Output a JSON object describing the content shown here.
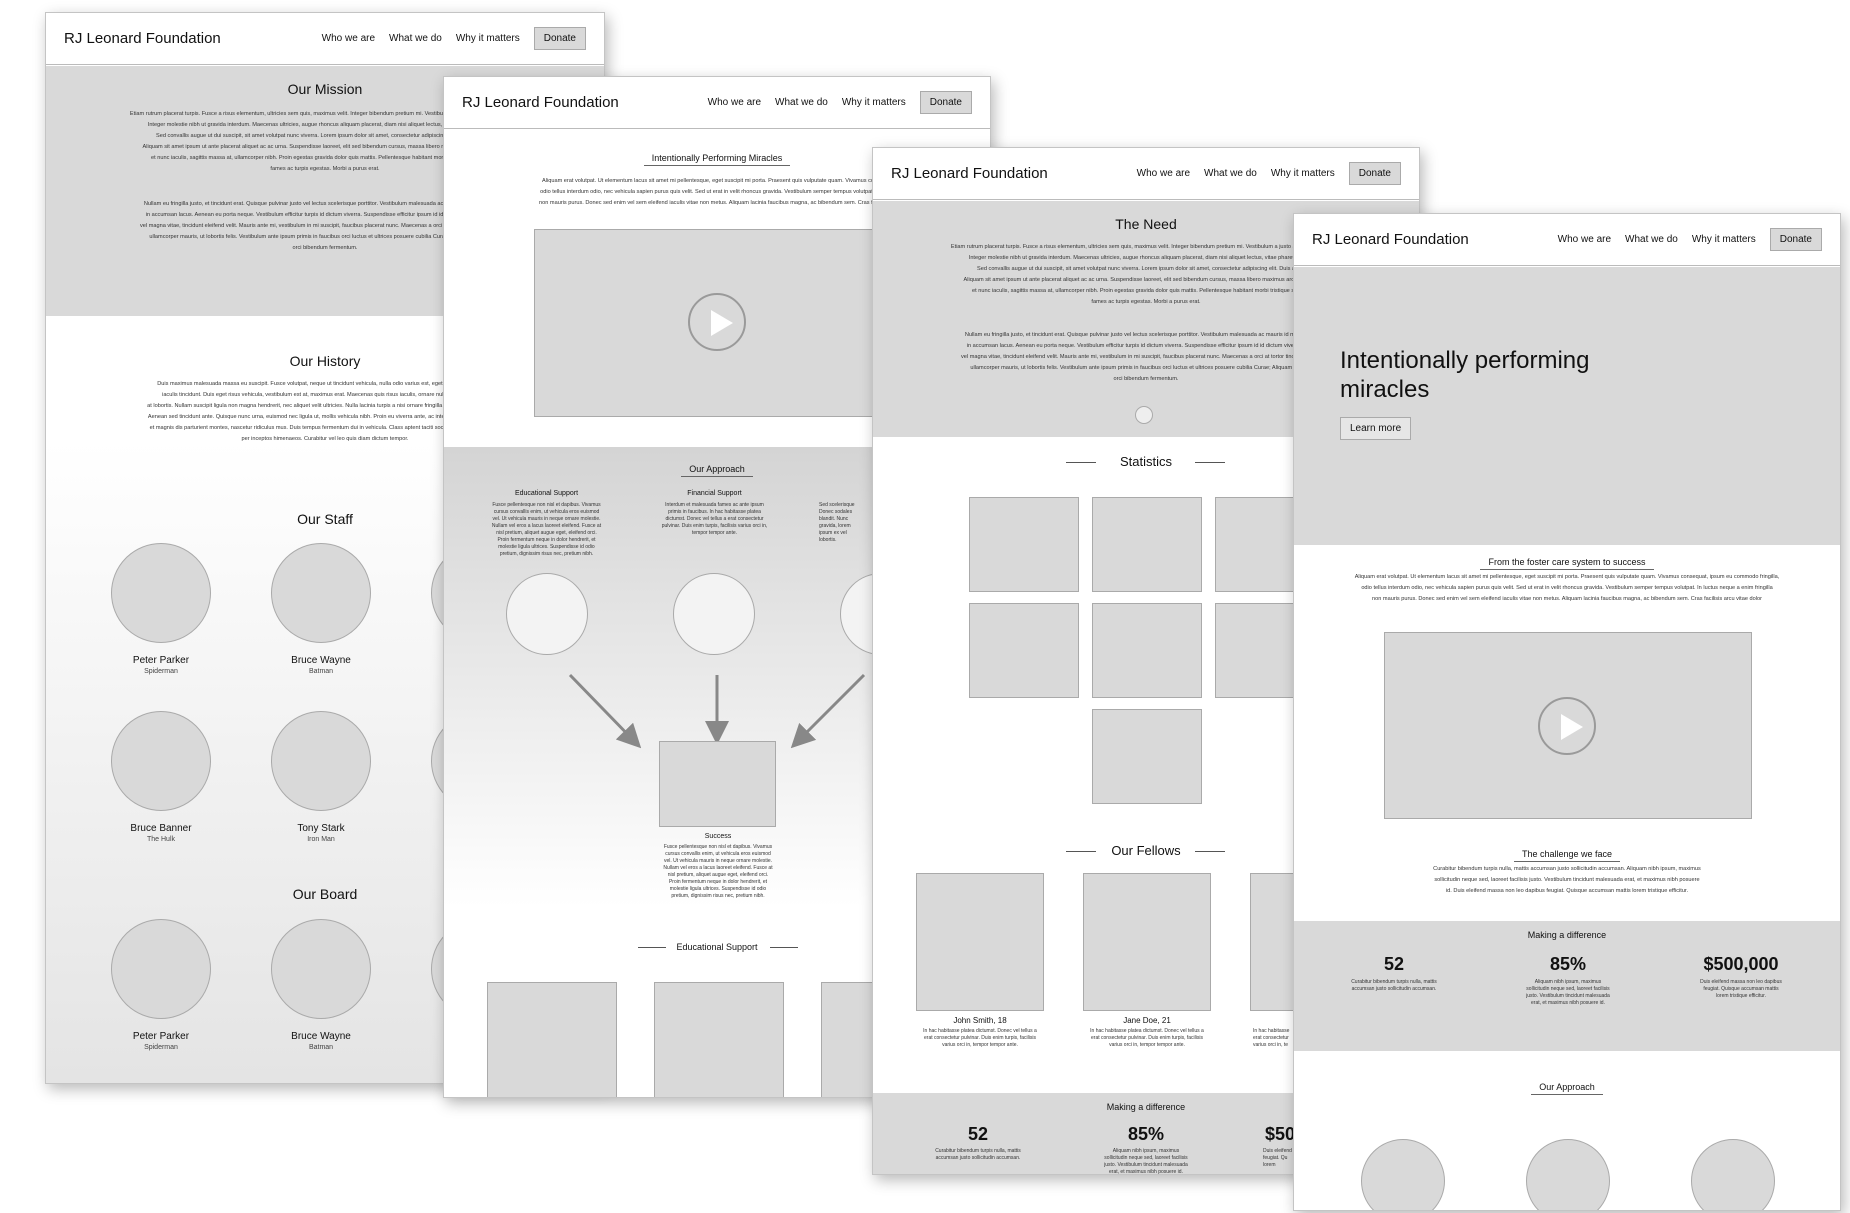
{
  "nav": {
    "brand": "RJ Leonard Foundation",
    "links": [
      "Who we are",
      "What we do",
      "Why it matters"
    ],
    "donate": "Donate"
  },
  "page1": {
    "mission_title": "Our Mission",
    "mission_text_1": "Etiam rutrum placerat turpis. Fusce a risus elementum, ultricies sem quis, maximus velit. Integer bibendum pretium mi. Vestibulum a justo ac sem consectetur\nInteger molestie nibh ut gravida interdum. Maecenas ultricies, augue rhoncus aliquam placerat, diam nisi aliquet lectus, vitae pharetra elit quam\nSed convallis augue ut dui suscipit, sit amet volutpat nunc viverra. Lorem ipsum dolor sit amet, consectetur adipiscing elit. Duis ac erat id\nAliquam sit amet ipsum ut ante placerat aliquet ac ac urna. Suspendisse laoreet, elit sed bibendum cursus, massa libero maximus arcu, sed ultrices\net nunc iaculis, sagittis massa at, ullamcorper nibh. Proin egestas gravida dolor quis mattis. Pellentesque habitant morbi tristique senectus et\nfames ac turpis egestas. Morbi a purus erat.",
    "mission_text_2": "Nullam eu fringilla justo, et tincidunt erat. Quisque pulvinar justo vel lectus scelerisque porttitor. Vestibulum malesuada ac mauris id molestie. Proin\nin accumsan lacus. Aenean eu porta neque. Vestibulum efficitur turpis id dictum viverra. Suspendisse efficitur ipsum id id dictum viverra erat vitae\nvel magna vitae, tincidunt eleifend velit. Mauris ante mi, vestibulum in mi suscipit, faucibus placerat nunc. Maecenas a orci at tortor tincidunt imperdiet\nullamcorper mauris, ut lobortis felis. Vestibulum ante ipsum primis in faucibus orci luctus et ultrices posuere cubilia Curae; Aliquam eget auctor\norci bibendum fermentum.",
    "history_title": "Our History",
    "history_text": "Duis maximus malesuada massa eu suscipit. Fusce volutpat, neque ut tincidunt vehicula, nulla odio varius est, eget sodales urna ipsum\niaculis tincidunt. Duis eget risus vehicula, vestibulum est at, maximus erat. Maecenas quis risus iaculis, ornare nulla non, varius erat\nat lobortis. Nullam suscipit ligula non magna hendrerit, nec aliquet velit ultricies. Nulla lacinia turpis a nisi ornare fringilla imperdiet. Cras aliquam\nAenean sed tincidunt ante. Quisque nunc urna, euismod nec ligula ut, mollis vehicula nibh. Proin eu viverra ante, ac interdum tortor. Cum sociis\net magnis dis parturient montes, nascetur ridiculus mus. Duis tempus fermentum dui in vehicula. Class aptent taciti sociosqu ad litora torquent\nper inceptos himenaeos. Curabitur vel leo quis diam dictum tempor.",
    "staff_title": "Our Staff",
    "staff": [
      {
        "name": "Peter Parker",
        "role": "Spiderman"
      },
      {
        "name": "Bruce Wayne",
        "role": "Batman"
      },
      {
        "name": "Bruce Banner",
        "role": "The Hulk"
      },
      {
        "name": "Tony Stark",
        "role": "Iron Man"
      }
    ],
    "board_title": "Our Board",
    "board": [
      {
        "name": "Peter Parker",
        "role": "Spiderman"
      },
      {
        "name": "Bruce Wayne",
        "role": "Batman"
      }
    ]
  },
  "page2": {
    "subtitle": "Intentionally Performing Miracles",
    "intro": "Aliquam erat volutpat. Ut elementum lacus sit amet mi pellentesque, eget suscipit mi porta. Praesent quis vulputate quam. Vivamus consequat, ipsum\nodio tellus interdum odio, nec vehicula sapien purus quis velit. Sed ut erat in velit rhoncus gravida. Vestibulum semper tempus volutpat. In luctus neque\nnon mauris purus. Donec sed enim vel sem eleifend iaculis vitae non metus. Aliquam lacinia faucibus magna, ac bibendum sem. Cras facilisis arcu vitae",
    "approach_title": "Our Approach",
    "col1_title": "Educational Support",
    "col1_text": "Fusce pellentesque non nisl et dapibus. Vivamus\ncursus convallis enim, ut vehicula eros euismod\nvel. Ut vehicula mauris in neque ornare molestie.\nNullam vel eros a lacus laoreet eleifend. Fusce at\nnisl pretium, aliquet augue eget, eleifend orci.\nProin fermentum neque in dolor hendrerit, et\nmolestie ligula ultrices. Suspendisse id odio\npretium, dignissim risus nec, pretium nibh.",
    "col2_title": "Financial Support",
    "col2_text": "Interdum et malesuada fames ac ante ipsum\nprimis in faucibus. In hac habitasse platea\ndictumst. Donec vel tellus a erat consectetur\npulvinar. Duis enim turpis, facilisis varius orci in,\ntempor tempor ante.",
    "col3_text": "Sed scelerisque\nDonec sodales\nblandit. Nunc\ngravida, lorem\nipsum ex vel\nlobortis.",
    "success_title": "Success",
    "success_text": "Fusce pellentesque non nisl et dapibus. Vivamus\ncursus convallis enim, ut vehicula eros euismod\nvel. Ut vehicula mauris in neque ornare molestie.\nNullam vel eros a lacus laoreet eleifend. Fusce at\nnisl pretium, aliquet augue eget, eleifend orci.\nProin fermentum neque in dolor hendrerit, et\nmolestie ligula ultrices. Suspendisse id odio\npretium, dignissim risus nec, pretium nibh.",
    "edu_title": "Educational Support"
  },
  "page3": {
    "need_title": "The Need",
    "need_text_1": "Etiam rutrum placerat turpis. Fusce a risus elementum, ultricies sem quis, maximus velit. Integer bibendum pretium mi. Vestibulum a justo ac sem consectetur\nInteger molestie nibh ut gravida interdum. Maecenas ultricies, augue rhoncus aliquam placerat, diam nisi aliquet lectus, vitae pharetra elit quam\nSed convallis augue ut dui suscipit, sit amet volutpat nunc viverra. Lorem ipsum dolor sit amet, consectetur adipiscing elit. Duis ac erat id\nAliquam sit amet ipsum ut ante placerat aliquet ac ac urna. Suspendisse laoreet, elit sed bibendum cursus, massa libero maximus arcu, sed ultrices\net nunc iaculis, sagittis massa at, ullamcorper nibh. Proin egestas gravida dolor quis mattis. Pellentesque habitant morbi tristique senectus et\nfames ac turpis egestas. Morbi a purus erat.",
    "need_text_2": "Nullam eu fringilla justo, et tincidunt erat. Quisque pulvinar justo vel lectus scelerisque porttitor. Vestibulum malesuada ac mauris id molestie. Proin\nin accumsan lacus. Aenean eu porta neque. Vestibulum efficitur turpis id dictum viverra. Suspendisse efficitur ipsum id id dictum viverra erat vitae\nvel magna vitae, tincidunt eleifend velit. Mauris ante mi, vestibulum in mi suscipit, faucibus placerat nunc. Maecenas a orci at tortor tincidunt imperdiet\nullamcorper mauris, ut lobortis felis. Vestibulum ante ipsum primis in faucibus orci luctus et ultrices posuere cubilia Curae; Aliquam eget auctor\norci bibendum fermentum.",
    "stats_title": "Statistics",
    "fellows_title": "Our Fellows",
    "fellows": [
      {
        "name": "John Smith, 18",
        "text": "In hac habitasse platea dictumst. Donec vel tellus a\nerat consectetur pulvinar. Duis enim turpis, facilisis\nvarius orci in, tempor tempor ante."
      },
      {
        "name": "Jane Doe, 21",
        "text": "In hac habitasse platea dictumst. Donec vel tellus a\nerat consectetur pulvinar. Duis enim turpis, facilisis\nvarius orci in, tempor tempor ante."
      },
      {
        "name": "J",
        "text": "In hac habitasse\nerat consectetur\nvarius orci in, te"
      }
    ],
    "diff_title": "Making a difference",
    "stats": [
      {
        "value": "52",
        "text": "Curabitur bibendum turpis nulla, mattis\naccumsan justo sollicitudin accumsan."
      },
      {
        "value": "85%",
        "text": "Aliquam nibh ipsum, maximus\nsollicitudin neque sed, laoreet facilisis\njusto. Vestibulum tincidunt malesuada\nerat, et maximus nibh posuere id."
      },
      {
        "value": "$50",
        "text": "Duis eleifend\nfeugiat. Qu\nlorem"
      }
    ]
  },
  "page4": {
    "hero_title": "Intentionally performing miracles",
    "hero_button": "Learn more",
    "foster_title": "From the foster care system to success",
    "foster_text": "Aliquam erat volutpat. Ut elementum lacus sit amet mi pellentesque, eget suscipit mi porta. Praesent quis vulputate quam. Vivamus consequat, ipsum eu commodo fringilla,\nodio tellus interdum odio, nec vehicula sapien purus quis velit. Sed ut erat in velit rhoncus gravida. Vestibulum semper tempus volutpat. In luctus neque a enim fringilla\nnon mauris purus. Donec sed enim vel sem eleifend iaculis vitae non metus. Aliquam lacinia faucibus magna, ac bibendum sem. Cras facilisis arcu vitae dolor",
    "challenge_title": "The challenge we face",
    "challenge_text": "Curabitur bibendum turpis nulla, mattis accumsan justo sollicitudin accumsan. Aliquam nibh ipsum, maximus\nsollicitudin neque sed, laoreet facilisis justo. Vestibulum tincidunt malesuada erat, et maximus nibh posuere\nid. Duis eleifend massa non leo dapibus feugiat. Quisque accumsan mattis lorem tristique efficitur.",
    "diff_title": "Making a difference",
    "stats": [
      {
        "value": "52",
        "text": "Curabitur bibendum turpis nulla, mattis\naccumsan justo sollicitudin accumsan."
      },
      {
        "value": "85%",
        "text": "Aliquam nibh ipsum, maximus\nsollicitudin neque sed, laoreet facilisis\njusto. Vestibulum tincidunt malesuada\nerat, et maximus nibh posuere id."
      },
      {
        "value": "$500,000",
        "text": "Duis eleifend massa non leo dapibus\nfeugiat. Quisque accumsan mattis\nlorem tristique efficitur."
      }
    ],
    "approach_title": "Our Approach"
  }
}
